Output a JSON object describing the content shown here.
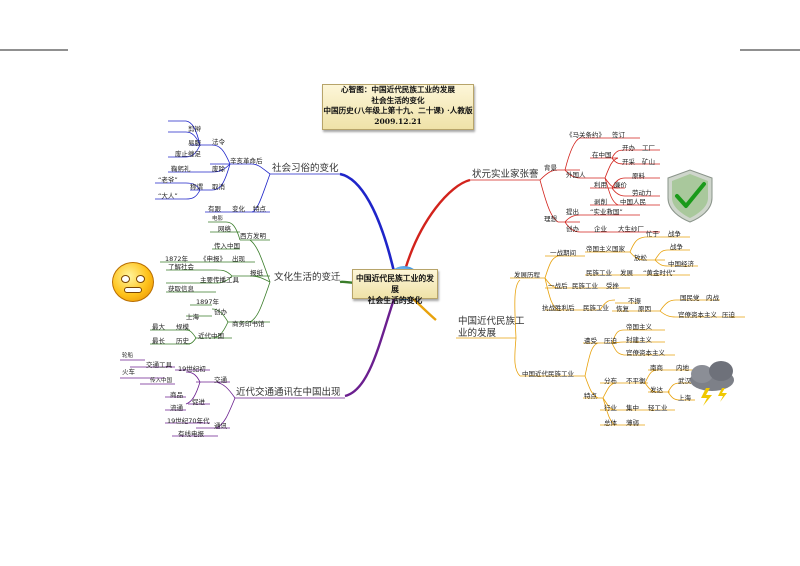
{
  "title": {
    "line1": "心智图：中国近代民族工业的发展",
    "line2": "社会生活的变化",
    "line3": "中国历史(八年级上第十九、二十课) ·人教版",
    "line4": "2009.12.21"
  },
  "center": {
    "line1": "中国近代民族工业的发展",
    "line2": "社会生活的变化"
  },
  "branches": {
    "social_customs": "社会习俗的变化",
    "culture": "文化生活的变迁",
    "transport": "近代交通通讯在中国出现",
    "zhuangyuan": "状元实业家张謇",
    "industry": "中国近代民族工业的发展"
  },
  "social_customs": {
    "revolution": "辛亥革命后",
    "law": "法令",
    "cut_hair": "剪辫",
    "uniform": "易服",
    "abolish_kneel": "废止缠足",
    "abolish": "废除",
    "bow": "鞠躬礼",
    "old_master": "“老爷”",
    "da_ren": "“大人”",
    "call": "称谓",
    "cancel": "取消",
    "yes": "有跟",
    "change": "变化",
    "feature": "特点"
  },
  "culture": {
    "electric_film": "电影",
    "network": "网络",
    "west_invent": "西方发明",
    "into_china": "传入中国",
    "year1872": "1872年",
    "shen_bao": "《申报》",
    "appear": "出现",
    "understand": "了解社会",
    "newspaper": "报纸",
    "major_tool": "主要传播工具",
    "get_info": "获取信息",
    "year1897": "1897年",
    "found": "创办",
    "shanghai": "上海",
    "press": "商务印书馆",
    "largest": "最大",
    "scale": "规模",
    "modern_china": "近代中国",
    "oldest": "最长",
    "history": "历史"
  },
  "transport": {
    "ship": "轮船",
    "train": "火车",
    "tool": "交通工具",
    "late19": "19世纪初",
    "into_china": "传入中国",
    "traffic": "交通",
    "goods": "商品",
    "promote": "促进",
    "flow": "流通",
    "s1870": "19世纪70年代",
    "telecom": "通讯",
    "wire": "有线电报"
  },
  "zhuangyuan": {
    "treaty": "《马关条约》",
    "sign": "签订",
    "background": "背景",
    "in_china": "在中国",
    "open_factory": "开办",
    "factory": "工厂",
    "open_mine": "开采",
    "mine": "矿山",
    "foreigner": "外国人",
    "raw": "原料",
    "use": "利用",
    "cheap": "廉价",
    "labor": "劳动力",
    "exploit": "剥削",
    "people": "中国人民",
    "propose": "提出",
    "slogan": "“实业救国”",
    "ideal": "理想",
    "create": "创办",
    "enterprise": "企业",
    "dasheng": "大生纱厂"
  },
  "industry": {
    "history": "发展历程",
    "ww1": "一战期间",
    "imperialist": "帝国主义国家",
    "busy": "忙于",
    "war": "战争",
    "relax": "放松",
    "economy": "中国经济",
    "nat_industry": "民族工业",
    "develop": "发展",
    "golden": "“黄金时代”",
    "after_ww1": "一战后",
    "suffer": "受挫",
    "anti_japan": "抗战胜利后",
    "ind2": "民族工业",
    "hurt": "不振",
    "recover": "恢复",
    "reason": "原因",
    "kmt_war": "国民党",
    "civil": "内战",
    "bureau": "官僚资本主义",
    "press": "压迫",
    "modern_ind": "中国近代民族工业",
    "receive": "遭受",
    "oppress": "压迫",
    "imp": "帝国主义",
    "feudal": "封建主义",
    "bur2": "官僚资本主义",
    "distribution": "分布",
    "uneven": "不平衡",
    "coast": "南商",
    "inland": "内地",
    "developed": "发达",
    "wuhan": "武汉",
    "shanghai": "上海",
    "features": "特点",
    "trade": "行业",
    "concentrate": "集中",
    "light": "轻工业",
    "overall": "总体",
    "weak": "薄弱"
  },
  "colors": {
    "blue": "#1f25c9",
    "green": "#3a7d2a",
    "purple": "#6b1f8f",
    "red": "#d2231c",
    "orange": "#e8a20c",
    "rule": "#222222"
  },
  "icons": [
    "shield-check-icon",
    "smiley-face-icon",
    "storm-cloud-icon",
    "globe-icon"
  ]
}
